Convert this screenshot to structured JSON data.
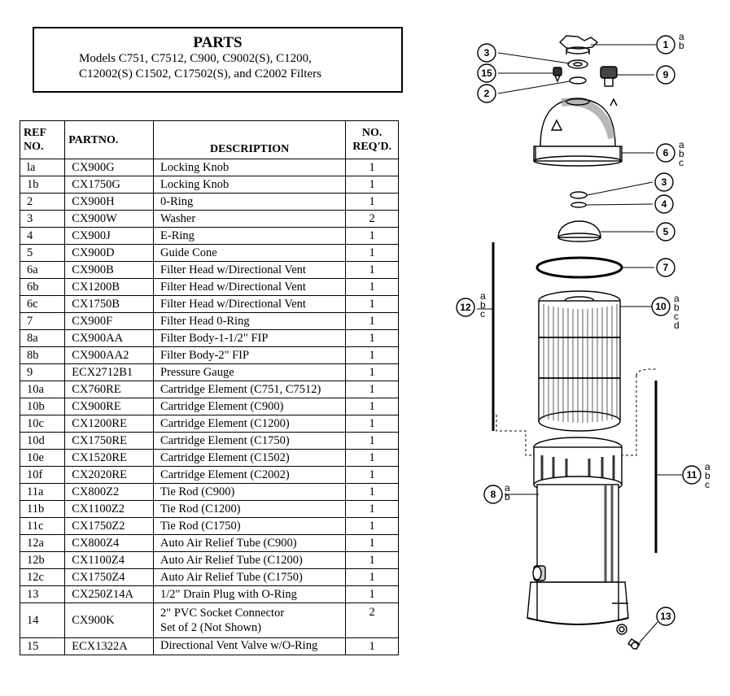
{
  "header": {
    "title": "PARTS",
    "line1": "Models C751, C7512, C900, C9002(S), C1200,",
    "line2": "C12002(S) C1502, C17502(S), and C2002 Filters"
  },
  "table": {
    "headers": {
      "ref_line1": "REF",
      "ref_line2": "NO.",
      "part": "PARTNO.",
      "desc": "DESCRIPTION",
      "qty_line1": "NO.",
      "qty_line2": "REQ'D."
    },
    "rows": [
      {
        "ref": "la",
        "part": "CX900G",
        "desc": "Locking Knob",
        "qty": "1"
      },
      {
        "ref": "1b",
        "part": "CX1750G",
        "desc": "Locking Knob",
        "qty": "1"
      },
      {
        "ref": "2",
        "part": "CX900H",
        "desc": "0-Ring",
        "qty": "1"
      },
      {
        "ref": "3",
        "part": "CX900W",
        "desc": "Washer",
        "qty": "2"
      },
      {
        "ref": "4",
        "part": "CX900J",
        "desc": "E-Ring",
        "qty": "1"
      },
      {
        "ref": "5",
        "part": "CX900D",
        "desc": "Guide Cone",
        "qty": "1"
      },
      {
        "ref": "6a",
        "part": "CX900B",
        "desc": "Filter Head w/Directional Vent",
        "qty": "1"
      },
      {
        "ref": "6b",
        "part": "CX1200B",
        "desc": "Filter Head w/Directional Vent",
        "qty": "1"
      },
      {
        "ref": "6c",
        "part": "CX1750B",
        "desc": "Filter Head w/Directional Vent",
        "qty": "1"
      },
      {
        "ref": "7",
        "part": "CX900F",
        "desc": "Filter Head 0-Ring",
        "qty": "1"
      },
      {
        "ref": "8a",
        "part": "CX900AA",
        "desc": "Filter Body-1-1/2\" FIP",
        "qty": "1"
      },
      {
        "ref": "8b",
        "part": "CX900AA2",
        "desc": "Filter Body-2\" FIP",
        "qty": "1"
      },
      {
        "ref": "9",
        "part": "ECX2712B1",
        "desc": "Pressure Gauge",
        "qty": "1"
      },
      {
        "ref": "10a",
        "part": "CX760RE",
        "desc": "Cartridge Element (C751, C7512)",
        "qty": "1"
      },
      {
        "ref": "10b",
        "part": "CX900RE",
        "desc": "Cartridge Element (C900)",
        "qty": "1"
      },
      {
        "ref": "10c",
        "part": "CX1200RE",
        "desc": "Cartridge Element (C1200)",
        "qty": "1"
      },
      {
        "ref": "10d",
        "part": "CX1750RE",
        "desc": "Cartridge Element (C1750)",
        "qty": "1"
      },
      {
        "ref": "10e",
        "part": "CX1520RE",
        "desc": "Cartridge Element (C1502)",
        "qty": "1"
      },
      {
        "ref": "10f",
        "part": "CX2020RE",
        "desc": "Cartridge Element (C2002)",
        "qty": "1"
      },
      {
        "ref": "11a",
        "part": "CX800Z2",
        "desc": "Tie Rod (C900)",
        "qty": "1"
      },
      {
        "ref": "11b",
        "part": "CX1100Z2",
        "desc": "Tie Rod (C1200)",
        "qty": "1"
      },
      {
        "ref": "11c",
        "part": "CX1750Z2",
        "desc": "Tie Rod (C1750)",
        "qty": "1"
      },
      {
        "ref": "12a",
        "part": "CX800Z4",
        "desc": "Auto Air Relief Tube (C900)",
        "qty": "1"
      },
      {
        "ref": "12b",
        "part": "CX1100Z4",
        "desc": "Auto Air Relief Tube (C1200)",
        "qty": "1"
      },
      {
        "ref": "12c",
        "part": "CX1750Z4",
        "desc": "Auto Air Relief Tube (C1750)",
        "qty": "1"
      },
      {
        "ref": "13",
        "part": "CX250Z14A",
        "desc": "1/2\" Drain Plug with O-Ring",
        "qty": "1"
      }
    ],
    "row14": {
      "ref": "14",
      "part": "CX900K",
      "desc1": "2\" PVC Socket Connector",
      "desc2": "Set of 2 (Not Shown)",
      "qty": "2"
    },
    "row15": {
      "ref": "15",
      "part": "ECX1322A",
      "desc": "Directional Vent Valve w/O-Ring",
      "qty": "1"
    }
  },
  "diagram": {
    "callouts": [
      {
        "num": "1",
        "subs": "a b"
      },
      {
        "num": "3",
        "subs": ""
      },
      {
        "num": "15",
        "subs": ""
      },
      {
        "num": "9",
        "subs": ""
      },
      {
        "num": "2",
        "subs": ""
      },
      {
        "num": "6",
        "subs": "a b c"
      },
      {
        "num": "3",
        "subs": ""
      },
      {
        "num": "4",
        "subs": ""
      },
      {
        "num": "5",
        "subs": ""
      },
      {
        "num": "7",
        "subs": ""
      },
      {
        "num": "12",
        "subs": "a b c"
      },
      {
        "num": "10",
        "subs": "a b c d"
      },
      {
        "num": "11",
        "subs": "a b c"
      },
      {
        "num": "8",
        "subs": "a b"
      },
      {
        "num": "13",
        "subs": ""
      }
    ]
  }
}
